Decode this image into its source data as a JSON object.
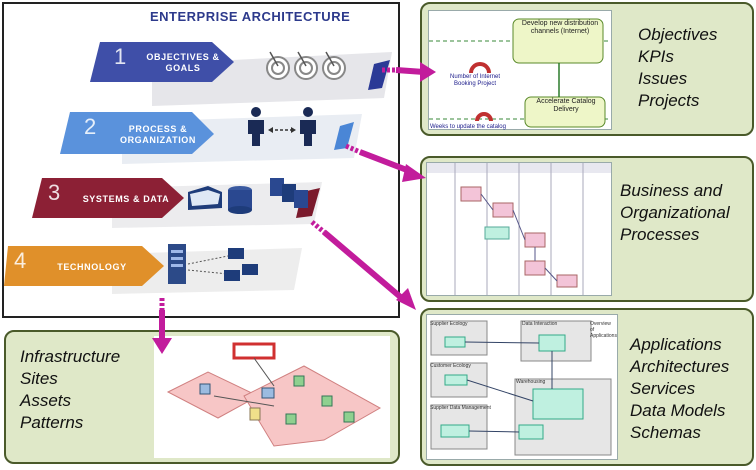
{
  "enterprise_architecture": {
    "title": "ENTERPRISE ARCHITECTURE",
    "layers": [
      {
        "number": "1",
        "line1": "OBJECTIVES &",
        "line2": "GOALS",
        "color": "#3f4fa8"
      },
      {
        "number": "2",
        "line1": "PROCESS &",
        "line2": "ORGANIZATION",
        "color": "#4a86d6"
      },
      {
        "number": "3",
        "line1": "SYSTEMS & DATA",
        "line2": "",
        "color": "#8c2035"
      },
      {
        "number": "4",
        "line1": "TECHNOLOGY",
        "line2": "",
        "color": "#e0902a"
      }
    ]
  },
  "panels": {
    "objectives": {
      "lines": [
        "Objectives",
        "KPIs",
        "Issues",
        "Projects"
      ],
      "thumb": {
        "node1": "Develop new distribution channels (Internet)",
        "node2": "Accelerate Catalog Delivery",
        "label1": "Number of Internet Booking Project",
        "label2": "Weeks to update the catalog"
      }
    },
    "business": {
      "lines": [
        "Business and",
        "Organizational",
        "Processes"
      ]
    },
    "applications": {
      "lines": [
        "Applications",
        "Architectures",
        "Services",
        "Data Models",
        "Schemas"
      ],
      "thumb": {
        "box1": "Supplier Ecology",
        "box2": "Data Interaction",
        "box3": "Customer Ecology",
        "box4": "Supplier Data Management",
        "box5": "Warehousing",
        "side": "Overview of Applications"
      }
    },
    "infrastructure": {
      "lines": [
        "Infrastructure",
        "Sites",
        "Assets",
        "Patterns"
      ]
    }
  },
  "colors": {
    "arrow": "#c21c9c",
    "panel_bg": "#dfe8c8",
    "panel_border": "#4a5a2a"
  }
}
